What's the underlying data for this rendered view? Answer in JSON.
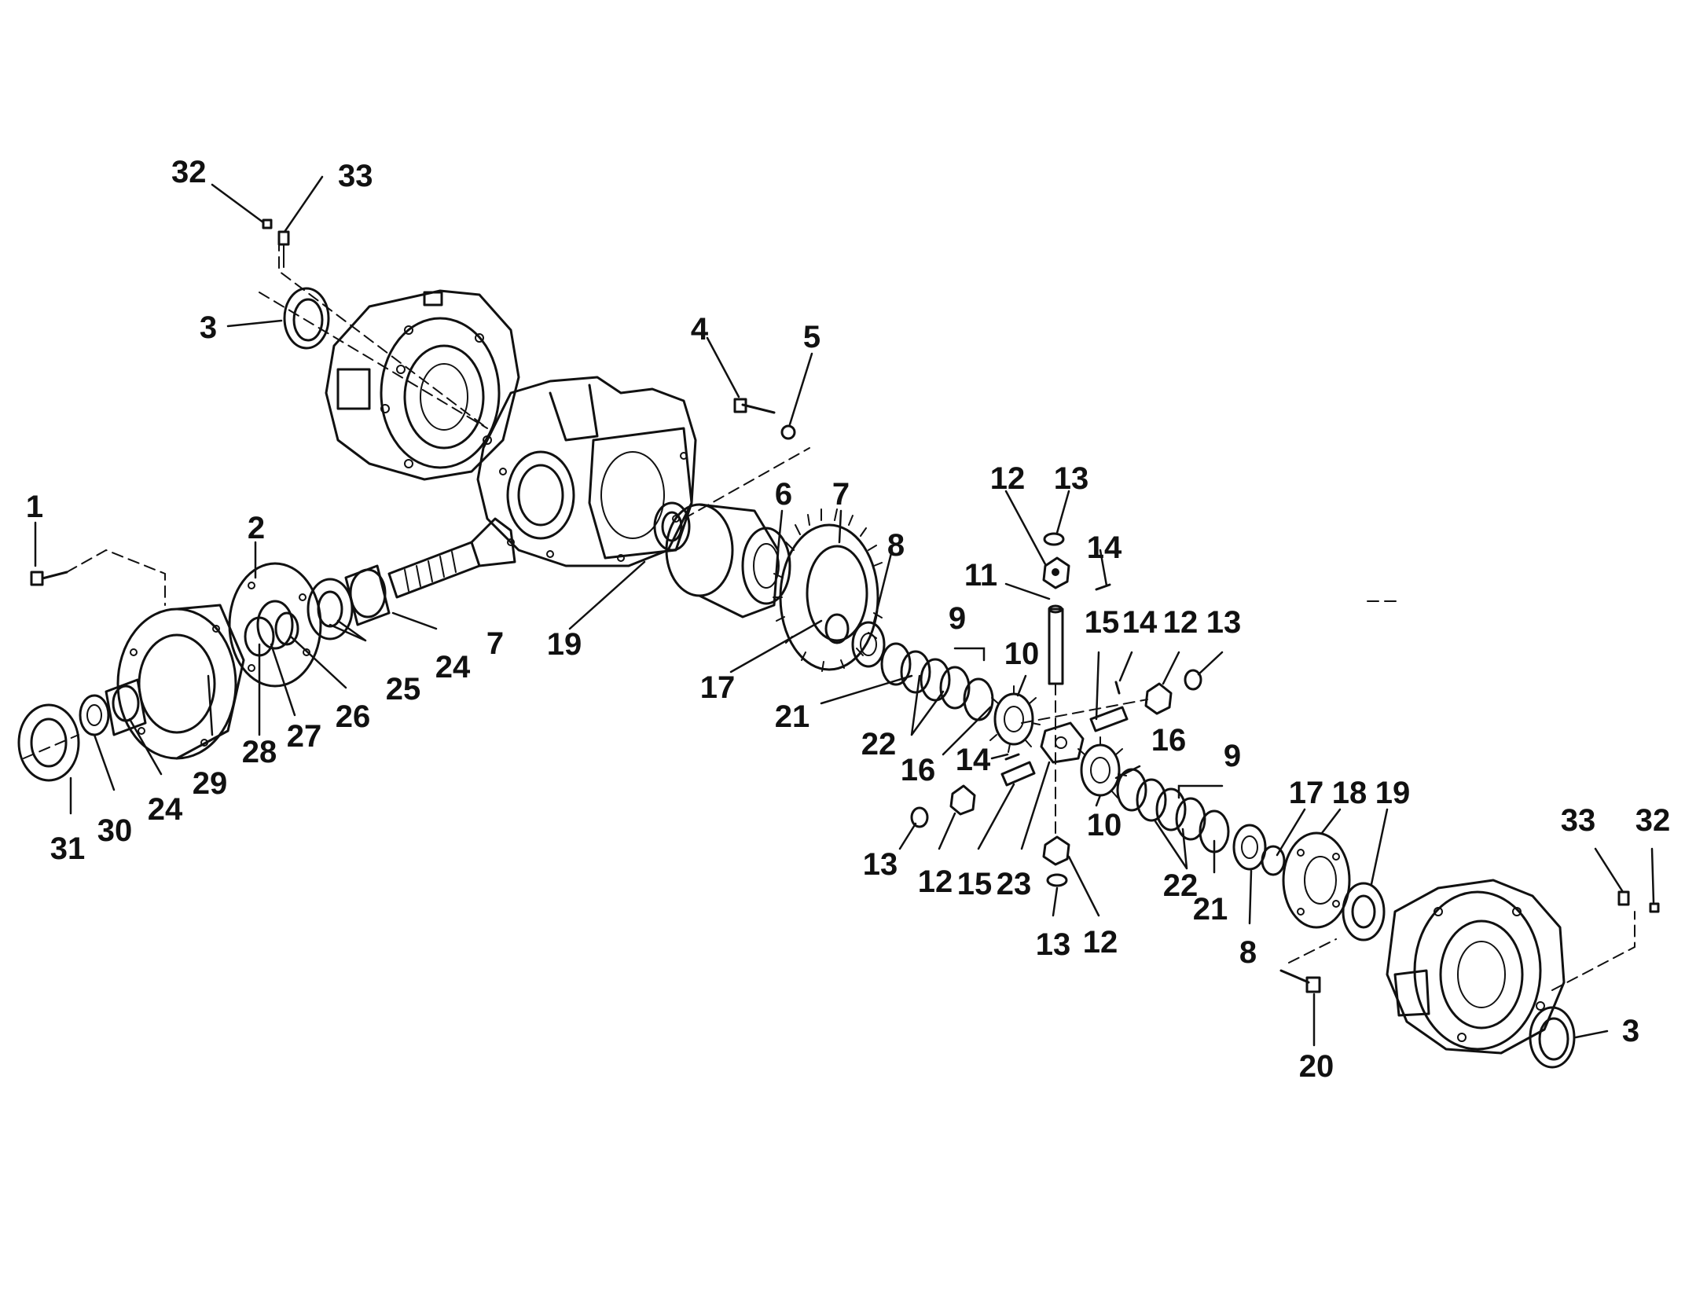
{
  "callouts": [
    {
      "key": "c32a",
      "text": "32"
    },
    {
      "key": "c33a",
      "text": "33"
    },
    {
      "key": "c3a",
      "text": "3"
    },
    {
      "key": "c4",
      "text": "4"
    },
    {
      "key": "c5",
      "text": "5"
    },
    {
      "key": "c1",
      "text": "1"
    },
    {
      "key": "c2",
      "text": "2"
    },
    {
      "key": "c6",
      "text": "6"
    },
    {
      "key": "c7a",
      "text": "7"
    },
    {
      "key": "c7b",
      "text": "7"
    },
    {
      "key": "c8a",
      "text": "8"
    },
    {
      "key": "c12a",
      "text": "12"
    },
    {
      "key": "c13a",
      "text": "13"
    },
    {
      "key": "c14a",
      "text": "14"
    },
    {
      "key": "c11",
      "text": "11"
    },
    {
      "key": "c15a",
      "text": "15"
    },
    {
      "key": "c14b",
      "text": "14"
    },
    {
      "key": "c12b",
      "text": "12"
    },
    {
      "key": "c13b",
      "text": "13"
    },
    {
      "key": "c9a",
      "text": "9"
    },
    {
      "key": "c10a",
      "text": "10"
    },
    {
      "key": "c24a",
      "text": "24"
    },
    {
      "key": "c25",
      "text": "25"
    },
    {
      "key": "c26",
      "text": "26"
    },
    {
      "key": "c27",
      "text": "27"
    },
    {
      "key": "c28",
      "text": "28"
    },
    {
      "key": "c29",
      "text": "29"
    },
    {
      "key": "c24b",
      "text": "24"
    },
    {
      "key": "c30",
      "text": "30"
    },
    {
      "key": "c31",
      "text": "31"
    },
    {
      "key": "c19a",
      "text": "19"
    },
    {
      "key": "c17a",
      "text": "17"
    },
    {
      "key": "c21a",
      "text": "21"
    },
    {
      "key": "c22a",
      "text": "22"
    },
    {
      "key": "c16a",
      "text": "16"
    },
    {
      "key": "c14c",
      "text": "14"
    },
    {
      "key": "c16b",
      "text": "16"
    },
    {
      "key": "c9b",
      "text": "9"
    },
    {
      "key": "c10b",
      "text": "10"
    },
    {
      "key": "c13c",
      "text": "13"
    },
    {
      "key": "c12c",
      "text": "12"
    },
    {
      "key": "c15b",
      "text": "15"
    },
    {
      "key": "c23",
      "text": "23"
    },
    {
      "key": "c13d",
      "text": "13"
    },
    {
      "key": "c12d",
      "text": "12"
    },
    {
      "key": "c22b",
      "text": "22"
    },
    {
      "key": "c21b",
      "text": "21"
    },
    {
      "key": "c8b",
      "text": "8"
    },
    {
      "key": "c17b",
      "text": "17"
    },
    {
      "key": "c18",
      "text": "18"
    },
    {
      "key": "c19b",
      "text": "19"
    },
    {
      "key": "c33b",
      "text": "33"
    },
    {
      "key": "c32b",
      "text": "32"
    },
    {
      "key": "c3b",
      "text": "3"
    },
    {
      "key": "c20",
      "text": "20"
    }
  ]
}
